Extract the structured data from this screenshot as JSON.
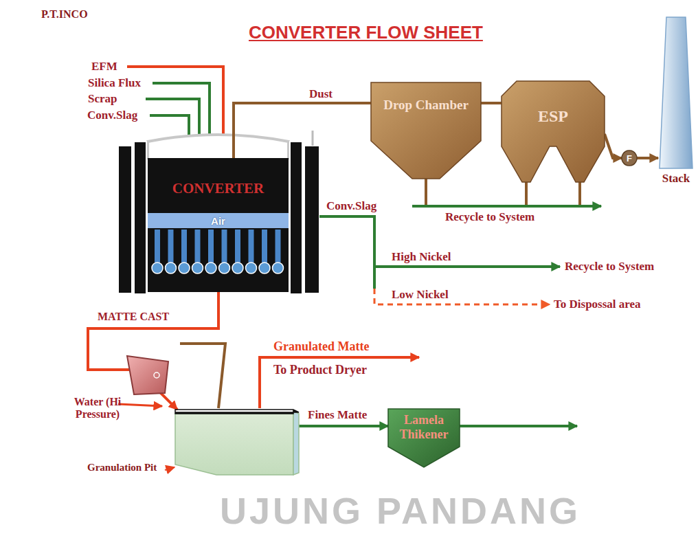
{
  "diagram": {
    "title": "CONVERTER FLOW SHEET",
    "nodes": [
      {
        "text": [
          "CONVERTER"
        ]
      },
      {
        "text": [
          "Air"
        ],
        "in": 0
      },
      {
        "text": [
          "Drop Chamber"
        ]
      },
      {
        "text": [
          "ESP"
        ]
      },
      {
        "text": [
          "F"
        ]
      },
      {
        "text": [
          "Stack"
        ]
      },
      {
        "text": [
          "Granulation Pit"
        ]
      },
      {
        "text": [
          "Lamela Thikener"
        ]
      }
    ],
    "edges": [
      {
        "from": 0,
        "to": 2,
        "label": "Dust",
        "arrow": "none"
      },
      {
        "from": 2,
        "to": 3,
        "arrow": "none"
      },
      {
        "from": 3,
        "to": 4,
        "arrow": "to"
      },
      {
        "from": 4,
        "to": 5,
        "arrow": "to"
      },
      {
        "from": 0,
        "to": 6,
        "label": "MATTE CAST",
        "arrow": "to"
      },
      {
        "from": 6,
        "to": 7,
        "label": "Fines Matte",
        "arrow": "to"
      }
    ],
    "labels": [
      "P.T.INCO",
      "EFM",
      "Silica Flux",
      "Scrap",
      "Conv.Slag",
      "Conv.Slag",
      "Recycle to System",
      "High Nickel",
      "Recycle to System",
      "Low Nickel",
      "To Dispossal area",
      "Granulated Matte",
      "To Product Dryer",
      "Water (Hi Pressure)",
      "UJUNG PANDANG"
    ]
  }
}
